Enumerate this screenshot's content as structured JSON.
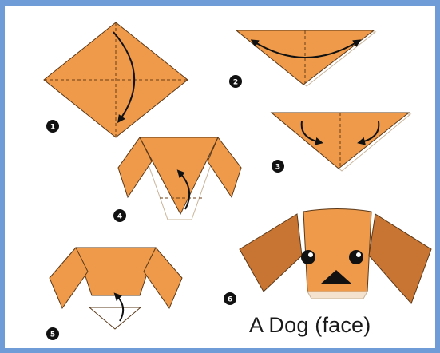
{
  "caption": "A Dog (face)",
  "steps": [
    "1",
    "2",
    "3",
    "4",
    "5",
    "6"
  ],
  "colors": {
    "paper_front": "#ee9a4a",
    "paper_dark": "#c87432",
    "paper_shadow": "#f4e2cf",
    "paper_back": "#ffffff",
    "outline": "#5a3818",
    "frame": "#6f9bd6",
    "badge": "#111111"
  }
}
